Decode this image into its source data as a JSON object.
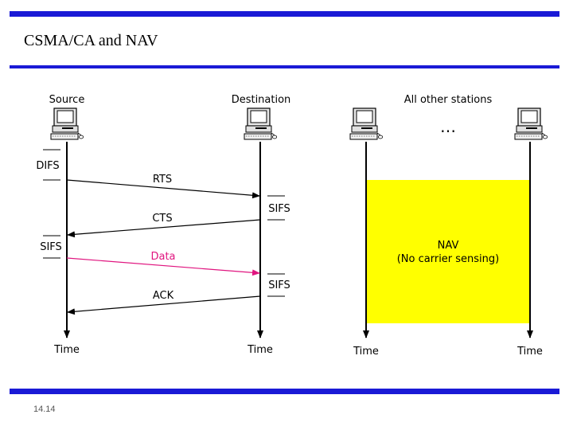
{
  "slide": {
    "title": "CSMA/CA and NAV",
    "number": "14.14"
  },
  "diagram": {
    "stations": {
      "source": "Source",
      "destination": "Destination",
      "others": "All other stations",
      "ellipsis": "…"
    },
    "time_label": "Time",
    "intervals": {
      "difs": "DIFS",
      "sifs": "SIFS"
    },
    "frames": {
      "rts": "RTS",
      "cts": "CTS",
      "data": "Data",
      "ack": "ACK"
    },
    "nav": {
      "line1": "NAV",
      "line2": "(No carrier sensing)"
    },
    "colors": {
      "nav_fill": "#ffff00",
      "data_arrow": "#e0157f",
      "frame_arrow": "#000000",
      "slide_bar": "#1a1ad6"
    }
  }
}
